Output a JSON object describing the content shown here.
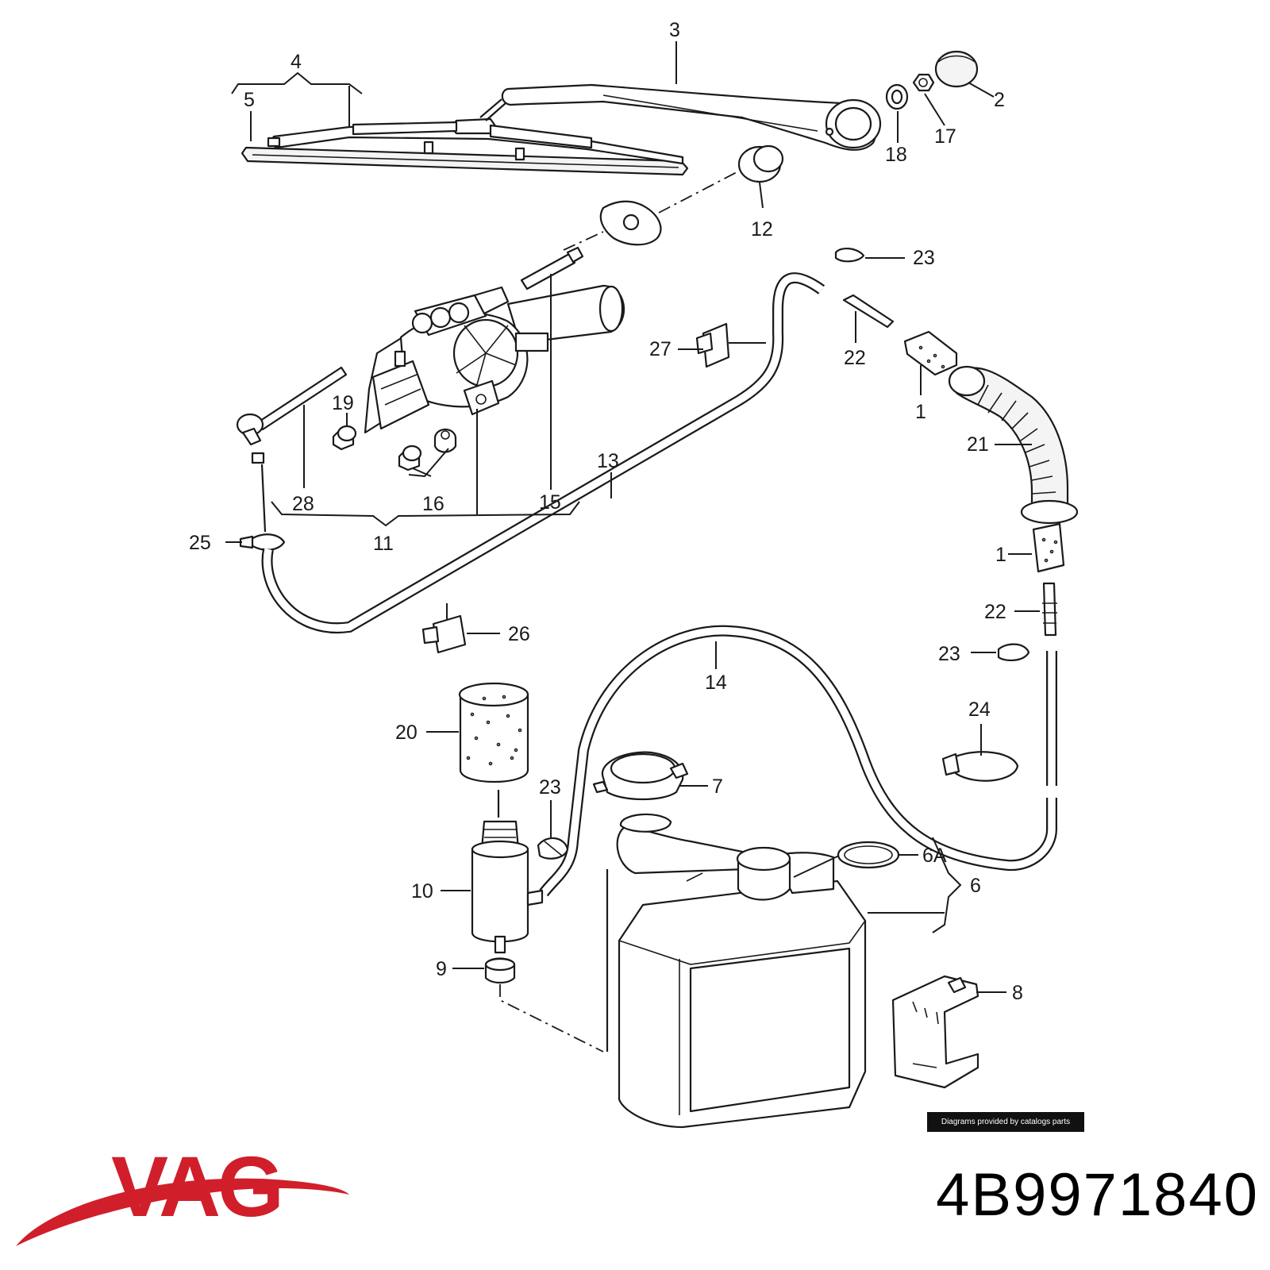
{
  "brand": {
    "name": "VAG",
    "color": "#d01f2a"
  },
  "part_number": "4B9971840",
  "credit": "Diagrams provided by catalogs parts",
  "callouts": {
    "c1a": "1",
    "c1b": "1",
    "c2": "2",
    "c3": "3",
    "c4": "4",
    "c5": "5",
    "c6": "6",
    "c6a": "6A",
    "c7": "7",
    "c8": "8",
    "c9": "9",
    "c10": "10",
    "c11": "11",
    "c12": "12",
    "c13": "13",
    "c14": "14",
    "c15": "15",
    "c16": "16",
    "c17": "17",
    "c18": "18",
    "c19": "19",
    "c20": "20",
    "c21": "21",
    "c22a": "22",
    "c22b": "22",
    "c23a": "23",
    "c23b": "23",
    "c23c": "23",
    "c24": "24",
    "c25": "25",
    "c26": "26",
    "c27": "27",
    "c28": "28"
  }
}
